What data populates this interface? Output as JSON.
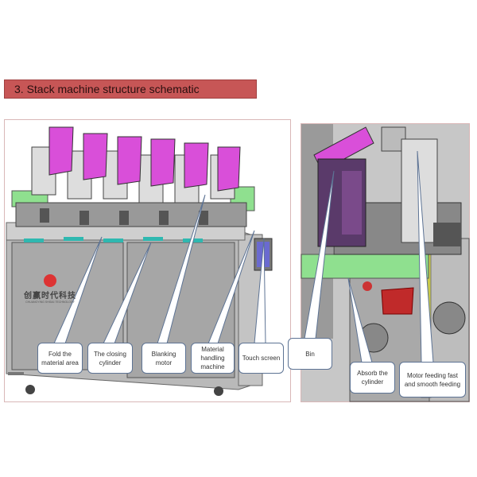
{
  "title": "3. Stack machine structure schematic",
  "logo": {
    "cn": "创赢时代科技",
    "en": "CHUANGYING SHIDAI TECHNOLOGY"
  },
  "callouts_left": [
    {
      "label": "Fold the material area"
    },
    {
      "label": "The closing cylinder"
    },
    {
      "label": "Blanking motor"
    },
    {
      "label": "Material handling machine"
    },
    {
      "label": "Touch screen"
    }
  ],
  "callouts_right": [
    {
      "label": "Bin"
    },
    {
      "label": "Absorb the cylinder"
    },
    {
      "label": "Motor feeding fast and smooth feeding"
    }
  ],
  "colors": {
    "title_bar": "#c75656",
    "cabinet": "#b3b3b3",
    "accent_magenta": "#d94fd9",
    "accent_green": "#7fd67f",
    "accent_cyan": "#2fb8b0"
  }
}
